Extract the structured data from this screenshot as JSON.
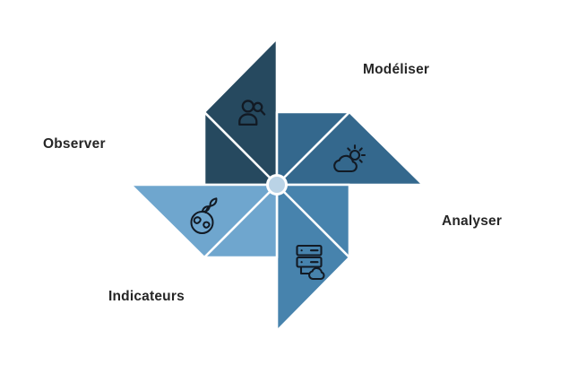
{
  "diagram": {
    "type": "pinwheel",
    "background_color": "#ffffff",
    "hub_color": "#bad3e6",
    "divider_color": "#ffffff",
    "icon_color": "#121a24",
    "label_color": "#262626",
    "blades": [
      {
        "position": "top",
        "color": "#26495f",
        "icon": "person-magnifier-icon"
      },
      {
        "position": "right",
        "color": "#34688d",
        "icon": "cloud-sun-icon"
      },
      {
        "position": "bottom",
        "color": "#4783ad",
        "icon": "server-cloud-icon"
      },
      {
        "position": "left",
        "color": "#6fa6ce",
        "icon": "globe-sprout-icon"
      }
    ],
    "labels": [
      {
        "text": "Modéliser",
        "position": "top-right"
      },
      {
        "text": "Observer",
        "position": "left"
      },
      {
        "text": "Analyser",
        "position": "right"
      },
      {
        "text": "Indicateurs",
        "position": "bottom-left"
      }
    ]
  }
}
